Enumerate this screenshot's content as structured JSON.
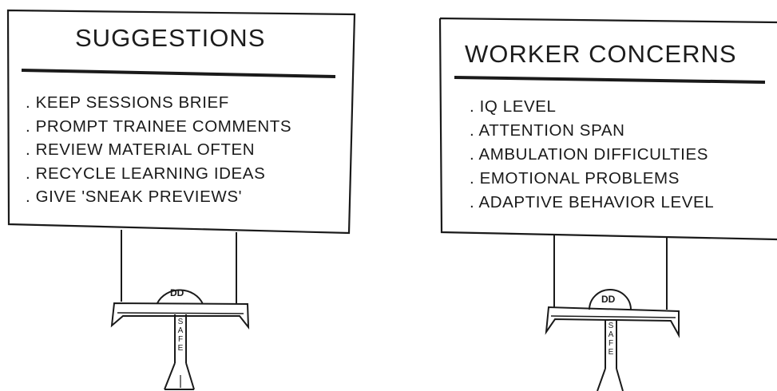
{
  "left_sign": {
    "title": "SUGGESTIONS",
    "items": [
      ". KEEP SESSIONS BRIEF",
      ". PROMPT TRAINEE COMMENTS",
      ". REVIEW MATERIAL OFTEN",
      ". RECYCLE LEARNING IDEAS",
      ". GIVE 'SNEAK PREVIEWS'"
    ],
    "stand_logo": "DD",
    "stand_label": "SAFE"
  },
  "right_sign": {
    "title": "WORKER CONCERNS",
    "items": [
      ". IQ LEVEL",
      ". ATTENTION SPAN",
      ". AMBULATION DIFFICULTIES",
      ". EMOTIONAL PROBLEMS",
      ". ADAPTIVE BEHAVIOR LEVEL"
    ],
    "stand_logo": "DD",
    "stand_label": "SAFE"
  },
  "colors": {
    "ink": "#1a1a1a",
    "background": "#ffffff"
  }
}
